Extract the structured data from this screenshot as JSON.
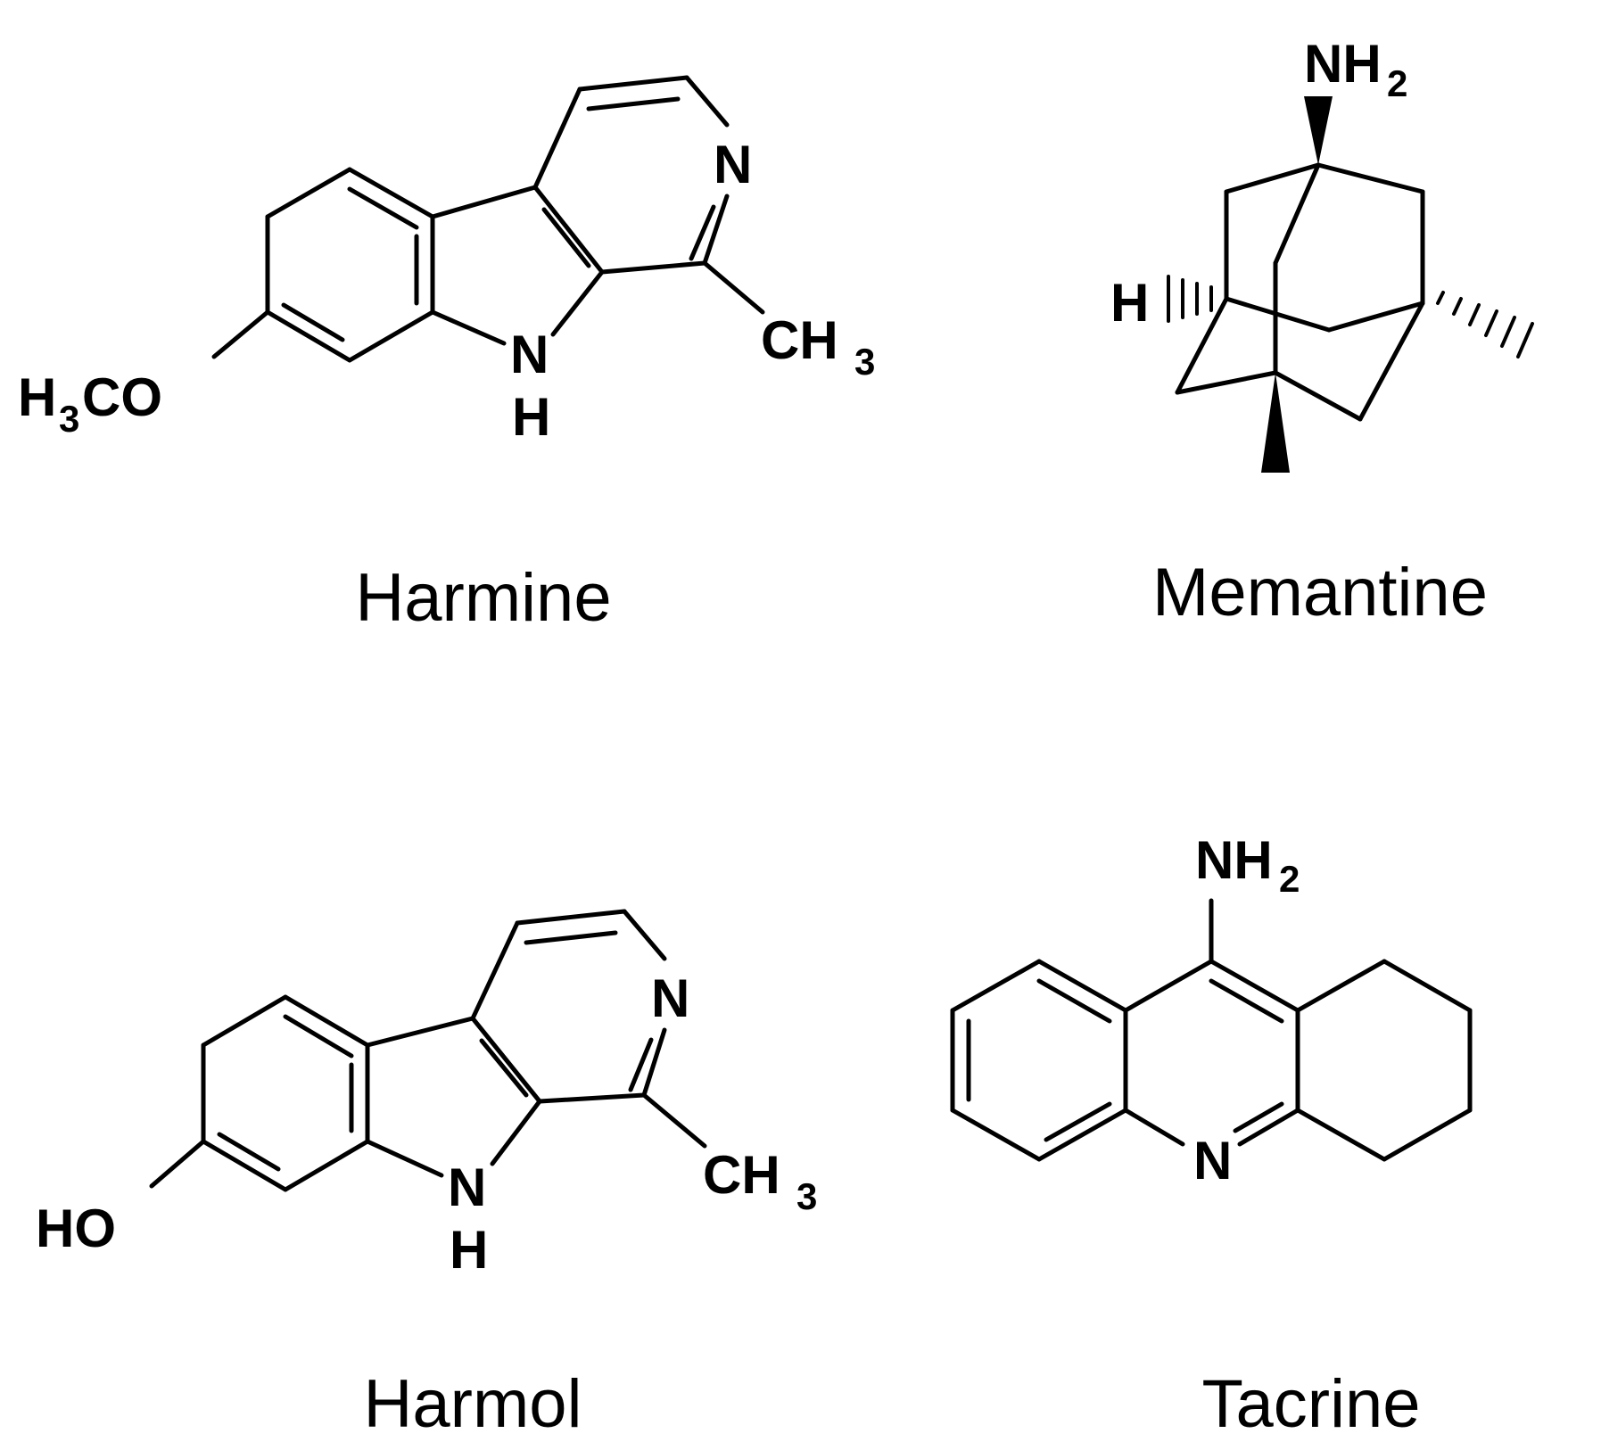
{
  "compounds": [
    {
      "name": "Harmine",
      "atoms": {
        "ring_n": "N",
        "nh_n": "N",
        "nh_h": "H",
        "methyl": "CH",
        "methyl_sub": "3",
        "oxy_h": "H",
        "oxy_h_sub": "3",
        "oxy_rest": "CO"
      }
    },
    {
      "name": "Memantine",
      "atoms": {
        "amine": "NH",
        "amine_sub": "2",
        "hydrogen": "H"
      }
    },
    {
      "name": "Harmol",
      "atoms": {
        "ring_n": "N",
        "nh_n": "N",
        "nh_h": "H",
        "methyl": "CH",
        "methyl_sub": "3",
        "hydroxyl": "HO"
      }
    },
    {
      "name": "Tacrine",
      "atoms": {
        "amine": "NH",
        "amine_sub": "2",
        "ring_n": "N"
      }
    }
  ]
}
